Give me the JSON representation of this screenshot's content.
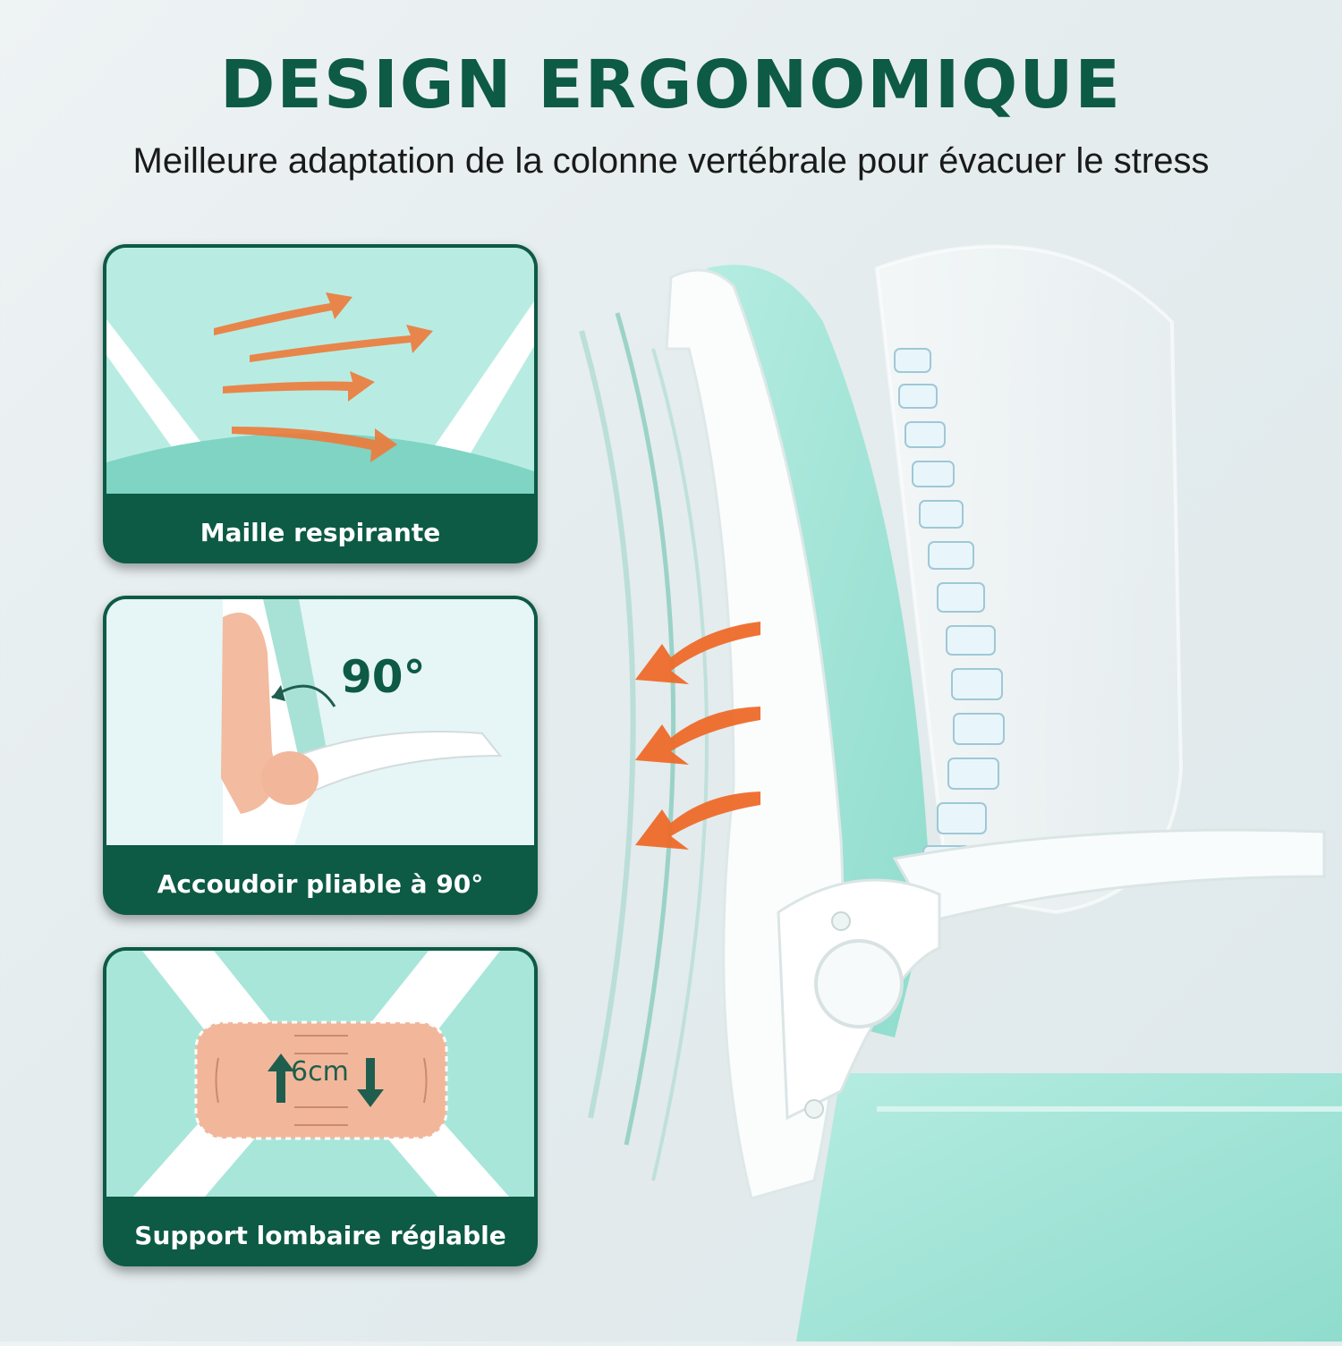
{
  "header": {
    "title": "DESIGN ERGONOMIQUE",
    "subtitle": "Meilleure adaptation de la colonne vertébrale pour évacuer le stress"
  },
  "features": [
    {
      "label": "Maille respirante",
      "icon": "airflow-arrows-icon"
    },
    {
      "label": "Accoudoir pliable à 90°",
      "badge": "90°",
      "icon": "fold-arrow-icon"
    },
    {
      "label": "Support lombaire réglable",
      "badge": "6cm",
      "icon": "up-down-arrows-icon"
    }
  ],
  "colors": {
    "brand_green": "#0d5a45",
    "mesh_mint": "#a8e6da",
    "arrow_orange": "#ee6a2a",
    "lumbar_peach": "#f2b79a"
  }
}
